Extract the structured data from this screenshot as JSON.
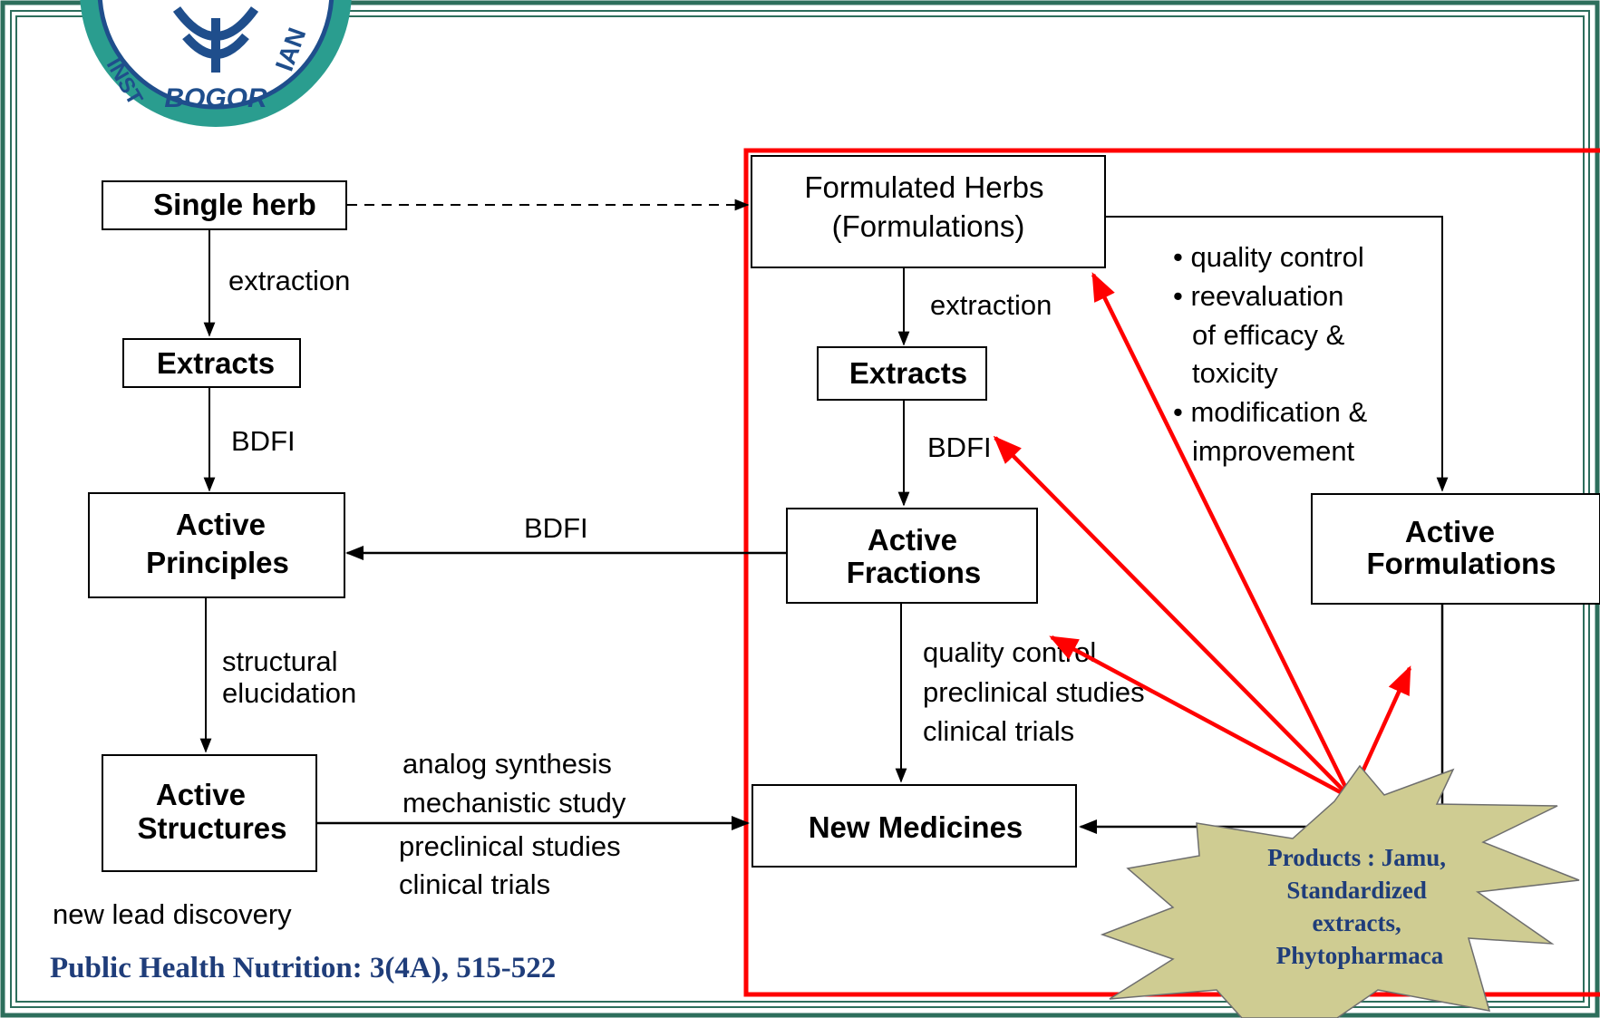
{
  "logo": {
    "text_right": "IAN",
    "text_left": "INST",
    "text_bottom": "BOGOR"
  },
  "diagram": {
    "nodes": {
      "single_herb": "Single herb",
      "extracts_left": "Extracts",
      "active_principles": [
        "Active",
        "Principles"
      ],
      "active_structures": [
        "Active",
        "Structures"
      ],
      "formulated_herbs": [
        "Formulated Herbs",
        "(Formulations)"
      ],
      "extracts_right": "Extracts",
      "active_fractions": [
        "Active",
        "Fractions"
      ],
      "active_formulations": [
        "Active",
        "Formulations"
      ],
      "new_medicines": "New Medicines"
    },
    "labels": {
      "extraction_left": "extraction",
      "bdfi_left": "BDFI",
      "bdfi_middle": "BDFI",
      "structural_elucidation": [
        "structural",
        "elucidation"
      ],
      "analog_synthesis": [
        "analog synthesis",
        "mechanistic study"
      ],
      "preclinical_clinical_left": [
        "preclinical studies",
        "clinical trials"
      ],
      "new_lead_discovery": "new lead discovery",
      "extraction_right": "extraction",
      "bdfi_right": "BDFI",
      "quality_preclinical": [
        "quality control",
        "preclinical studies",
        "clinical trials"
      ],
      "bullets": [
        "quality control",
        "reevaluation",
        "of efficacy &",
        "toxicity",
        "modification &",
        "improvement"
      ]
    },
    "callout": [
      "Products : Jamu,",
      "Standardized",
      "extracts,",
      "Phytopharmaca"
    ]
  },
  "citation": "Public Health Nutrition: 3(4A), 515-522",
  "colors": {
    "frame": "#2d6e5c",
    "logo_fill": "#2a9d8f",
    "logo_inner": "#1f4e8c",
    "highlight_box": "#ff0000",
    "arrow_red": "#ff0000",
    "callout_fill": "#cfcc92",
    "callout_text": "#1f3d7a",
    "citation_text": "#1f3d7a"
  }
}
